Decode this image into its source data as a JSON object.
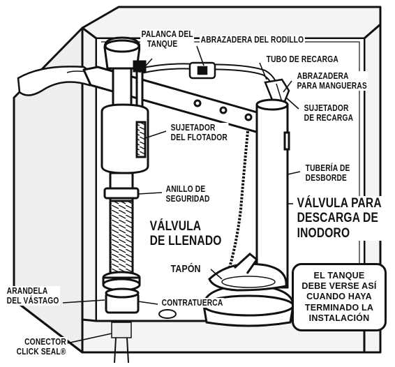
{
  "labels": {
    "palanca": [
      "PALANCA DEL",
      "TANQUE"
    ],
    "abrazadera_rodillo": "ABRAZADERA DEL RODILLO",
    "tubo_recarga": "TUBO DE RECARGA",
    "abrazadera_mangueras": [
      "ABRAZADERA",
      "PARA MANGUERAS"
    ],
    "sujetador_recarga": [
      "SUJETADOR",
      "DE RECARGA"
    ],
    "sujetador_flotador": [
      "SUJETADOR",
      "DEL FLOTADOR"
    ],
    "tuberia_desborde": [
      "TUBERÍA DE",
      "DESBORDE"
    ],
    "anillo_seguridad": [
      "ANILLO DE",
      "SEGURIDAD"
    ],
    "valvula_descarga": [
      "VÁLVULA PARA",
      "DESCARGA DE",
      "INODORO"
    ],
    "valvula_llenado": [
      "VÁLVULA",
      "DE LLENADO"
    ],
    "tapon": "TAPÓN",
    "arandela": [
      "ARANDELA",
      "DEL VÁSTAGO"
    ],
    "contratuerca": "CONTRATUERCA",
    "conector": [
      "CONECTOR",
      "CLICK SEAL®"
    ]
  },
  "note": [
    "EL TANQUE",
    "DEBE VERSE ASÍ",
    "CUANDO HAYA",
    "TERMINADO LA",
    "INSTALACIÓN"
  ],
  "colors": {
    "stroke": "#111111",
    "tank_fill": "#f4f4f4",
    "tank_inner": "#ffffff",
    "hardware_fill": "#ffffff"
  }
}
